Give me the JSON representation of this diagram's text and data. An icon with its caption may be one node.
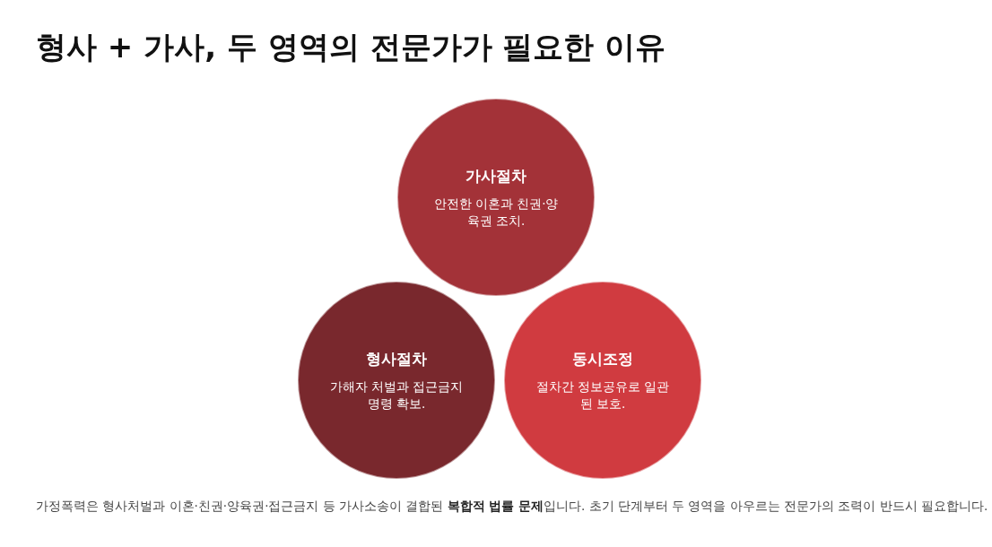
{
  "diagram": {
    "title": "형사 + 가사, 두 영역의 전문가가 필요한 이유",
    "nodes": [
      {
        "text": [
          "가사절차",
          "안전한 이혼과 친권·양육권 조치."
        ]
      },
      {
        "text": [
          "형사절차",
          "가해자 처벌과 접근금지 명령 확보."
        ]
      },
      {
        "text": [
          "동시조정",
          "절차간 정보공유로 일관된 보호."
        ]
      }
    ],
    "edges": [],
    "caption": "가정폭력은 형사처벌과 이혼·친권·양육권·접근금지 등 가사소송이 결합된 **복합적 법률 문제**입니다. 초기 단계부터 두 영역을 아우르는 전문가의 조력이 반드시 필요합니다."
  }
}
